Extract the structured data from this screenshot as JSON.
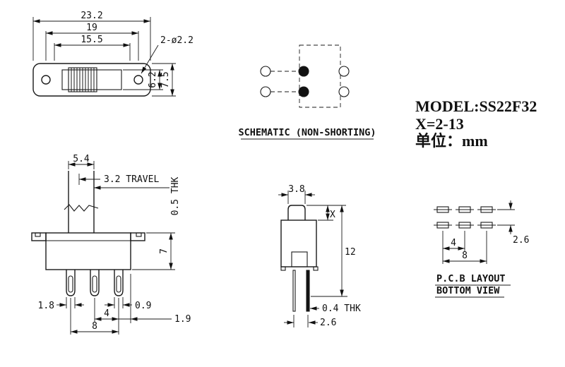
{
  "drawing": {
    "top_view": {
      "dim_overall_width": "23.2",
      "dim_hole_span": "19",
      "dim_slot_width": "15.5",
      "dim_holes": "2-ø2.2",
      "dim_slot_height": "6.2",
      "dim_body_height": "7.5"
    },
    "schematic": {
      "caption": "SCHEMATIC (NON-SHORTING)"
    },
    "title_block": {
      "model": "MODEL:SS22F32",
      "x_spec": "X=2-13",
      "unit": "单位：mm"
    },
    "front_view": {
      "dim_knob_width": "5.4",
      "dim_travel": "3.2 TRAVEL",
      "dim_thickness": "0.5 THK",
      "dim_body_height": "7",
      "dim_pin_hole_width": "1.8",
      "dim_pin_width": "0.9",
      "dim_pin_pitch": "4",
      "dim_pin_span": "8",
      "dim_pin_offset": "1.9"
    },
    "side_view": {
      "dim_knob_width": "3.8",
      "dim_actuator_height": "X",
      "dim_total_height": "12",
      "dim_pin_thickness": "0.4 THK",
      "dim_row_pitch": "2.6"
    },
    "pcb_layout": {
      "caption_line1": "P.C.B LAYOUT",
      "caption_line2": "BOTTOM VIEW",
      "dim_pad_pitch": "4",
      "dim_pad_span": "8",
      "dim_row_pitch": "2.6"
    }
  }
}
